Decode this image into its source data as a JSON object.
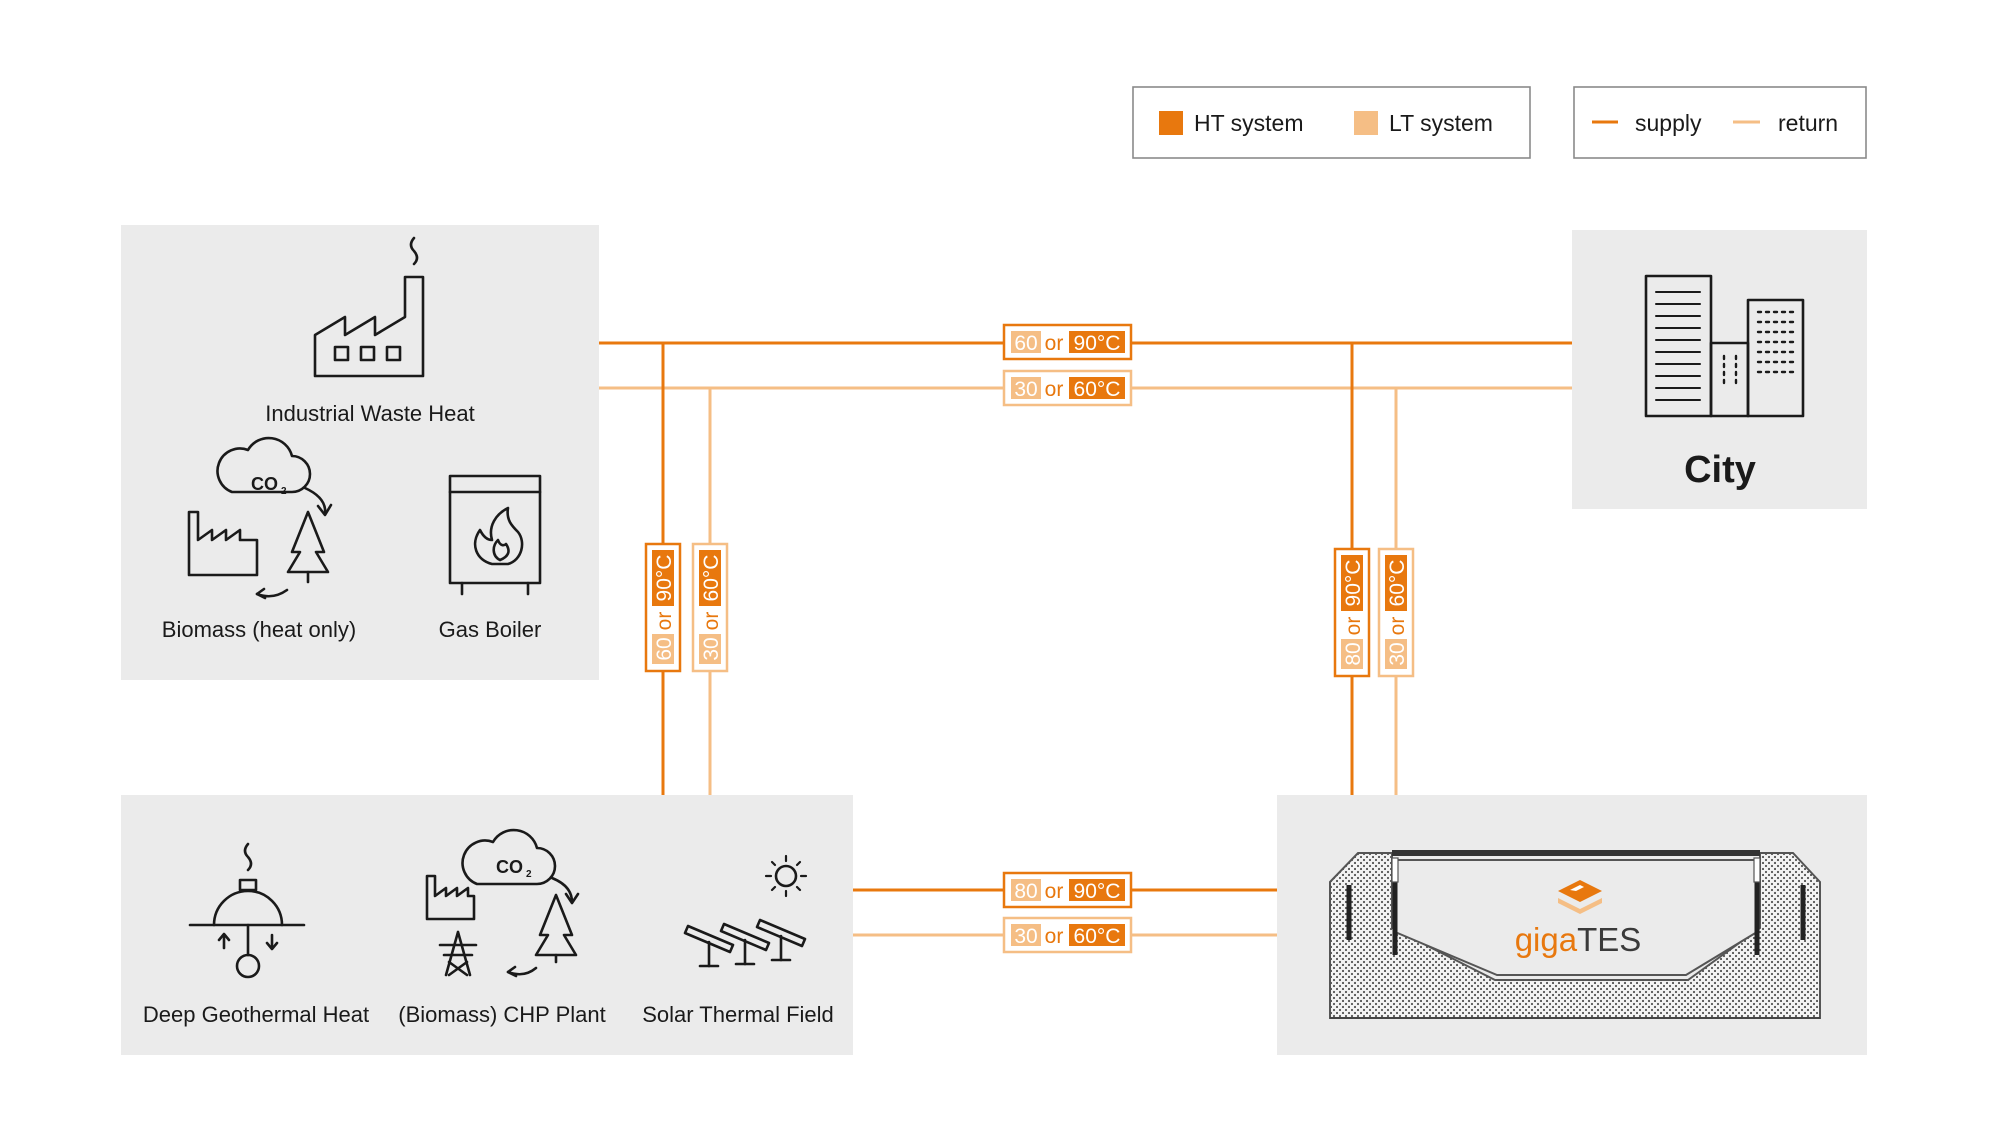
{
  "colors": {
    "ht": "#E8780E",
    "lt": "#F5BE85",
    "box_bg": "#EBEBEB",
    "text": "#1a1a1a"
  },
  "legend": {
    "systems": [
      {
        "label": "HT system",
        "color": "#E8780E"
      },
      {
        "label": "LT system",
        "color": "#F5BE85"
      }
    ],
    "lines": [
      {
        "label": "supply",
        "color": "#E8780E"
      },
      {
        "label": "return",
        "color": "#F5BE85"
      }
    ]
  },
  "sources_top": {
    "industrial": "Industrial Waste Heat",
    "biomass": "Biomass (heat only)",
    "gas": "Gas Boiler"
  },
  "sources_bottom": {
    "geothermal": "Deep Geothermal Heat",
    "chp": "(Biomass) CHP Plant",
    "solar": "Solar Thermal Field"
  },
  "city": {
    "label": "City"
  },
  "storage": {
    "logo_a": "giga",
    "logo_b": "TES"
  },
  "co2": {
    "label": "CO",
    "sub": "2"
  },
  "temperature_tags": {
    "top_supply": {
      "lt": "60",
      "or": "or",
      "ht": "90°C"
    },
    "top_return": {
      "lt": "30",
      "or": "or",
      "ht": "60°C"
    },
    "left_supply": {
      "lt": "60",
      "or": "or",
      "ht": "90°C"
    },
    "left_return": {
      "lt": "30",
      "or": "or",
      "ht": "60°C"
    },
    "right_supply": {
      "lt": "80",
      "or": "or",
      "ht": "90°C"
    },
    "right_return": {
      "lt": "30",
      "or": "or",
      "ht": "60°C"
    },
    "bottom_supply": {
      "lt": "80",
      "or": "or",
      "ht": "90°C"
    },
    "bottom_return": {
      "lt": "30",
      "or": "or",
      "ht": "60°C"
    }
  }
}
